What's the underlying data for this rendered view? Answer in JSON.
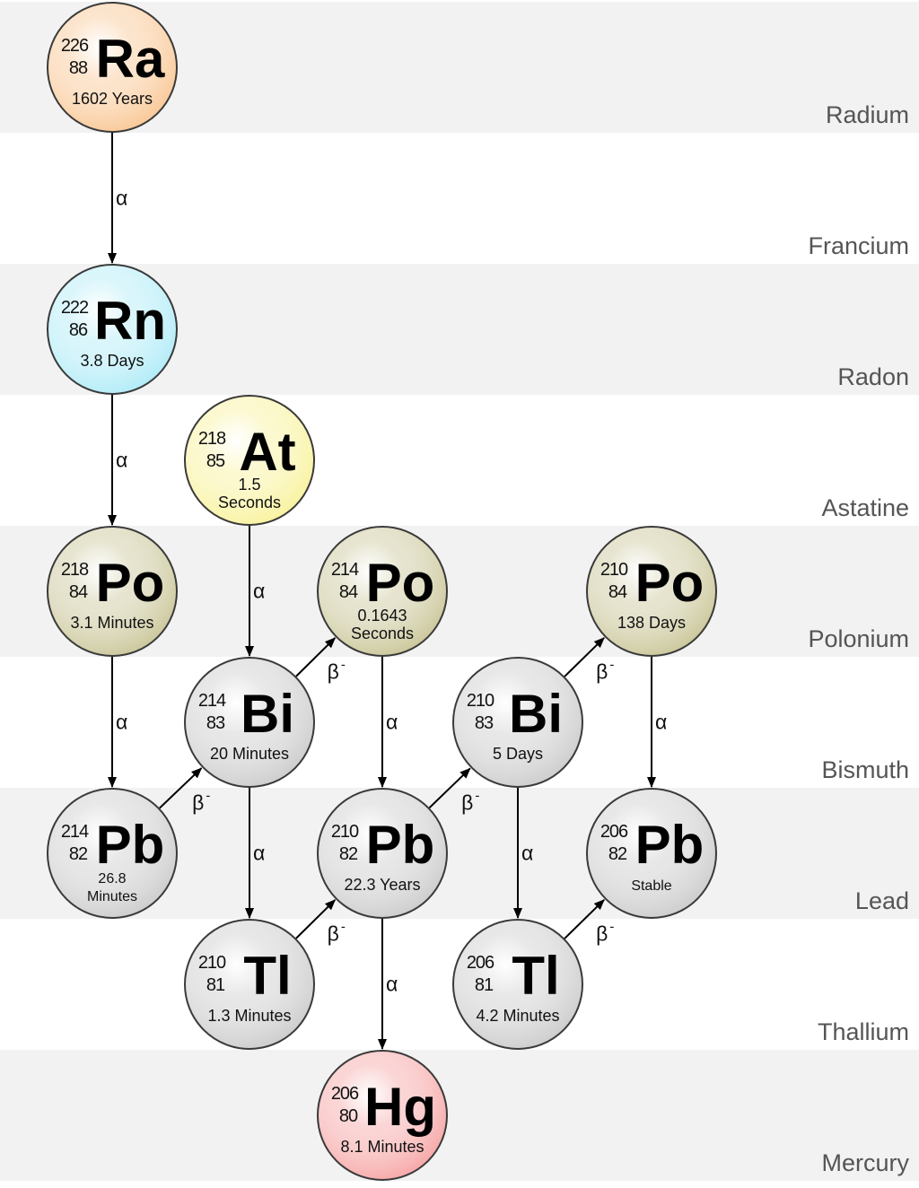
{
  "bands": [
    {
      "id": "radium",
      "label": "Radium",
      "shaded": true
    },
    {
      "id": "francium",
      "label": "Francium",
      "shaded": false
    },
    {
      "id": "radon",
      "label": "Radon",
      "shaded": true
    },
    {
      "id": "astatine",
      "label": "Astatine",
      "shaded": false
    },
    {
      "id": "polonium",
      "label": "Polonium",
      "shaded": true
    },
    {
      "id": "bismuth",
      "label": "Bismuth",
      "shaded": false
    },
    {
      "id": "lead",
      "label": "Lead",
      "shaded": true
    },
    {
      "id": "thallium",
      "label": "Thallium",
      "shaded": false
    },
    {
      "id": "mercury",
      "label": "Mercury",
      "shaded": true
    }
  ],
  "nuclides": [
    {
      "id": "ra226",
      "symbol": "Ra",
      "mass": "226",
      "atomic": "88",
      "halflife": [
        "1602 Years"
      ],
      "color": "orange"
    },
    {
      "id": "rn222",
      "symbol": "Rn",
      "mass": "222",
      "atomic": "86",
      "halflife": [
        "3.8 Days"
      ],
      "color": "cyan"
    },
    {
      "id": "at218",
      "symbol": "At",
      "mass": "218",
      "atomic": "85",
      "halflife": [
        "1.5",
        "Seconds"
      ],
      "color": "yellow"
    },
    {
      "id": "po218",
      "symbol": "Po",
      "mass": "218",
      "atomic": "84",
      "halflife": [
        "3.1 Minutes"
      ],
      "color": "olive"
    },
    {
      "id": "po214",
      "symbol": "Po",
      "mass": "214",
      "atomic": "84",
      "halflife": [
        "0.1643",
        "Seconds"
      ],
      "color": "olive"
    },
    {
      "id": "po210",
      "symbol": "Po",
      "mass": "210",
      "atomic": "84",
      "halflife": [
        "138 Days"
      ],
      "color": "olive"
    },
    {
      "id": "bi214",
      "symbol": "Bi",
      "mass": "214",
      "atomic": "83",
      "halflife": [
        "20 Minutes"
      ],
      "color": "gray"
    },
    {
      "id": "bi210",
      "symbol": "Bi",
      "mass": "210",
      "atomic": "83",
      "halflife": [
        "5 Days"
      ],
      "color": "gray"
    },
    {
      "id": "pb214",
      "symbol": "Pb",
      "mass": "214",
      "atomic": "82",
      "halflife": [
        "26.8",
        "Minutes"
      ],
      "color": "gray"
    },
    {
      "id": "pb210",
      "symbol": "Pb",
      "mass": "210",
      "atomic": "82",
      "halflife": [
        "22.3 Years"
      ],
      "color": "gray"
    },
    {
      "id": "pb206",
      "symbol": "Pb",
      "mass": "206",
      "atomic": "82",
      "halflife": [
        "Stable"
      ],
      "color": "gray"
    },
    {
      "id": "tl210",
      "symbol": "Tl",
      "mass": "210",
      "atomic": "81",
      "halflife": [
        "1.3 Minutes"
      ],
      "color": "gray"
    },
    {
      "id": "tl206",
      "symbol": "Tl",
      "mass": "206",
      "atomic": "81",
      "halflife": [
        "4.2 Minutes"
      ],
      "color": "gray"
    },
    {
      "id": "hg206",
      "symbol": "Hg",
      "mass": "206",
      "atomic": "80",
      "halflife": [
        "8.1 Minutes"
      ],
      "color": "red"
    }
  ],
  "decays": [
    {
      "from": "ra226",
      "to": "rn222",
      "type": "alpha",
      "label": "α"
    },
    {
      "from": "rn222",
      "to": "po218",
      "type": "alpha",
      "label": "α"
    },
    {
      "from": "po218",
      "to": "pb214",
      "type": "alpha",
      "label": "α"
    },
    {
      "from": "at218",
      "to": "bi214",
      "type": "alpha",
      "label": "α"
    },
    {
      "from": "po214",
      "to": "pb210",
      "type": "alpha",
      "label": "α"
    },
    {
      "from": "po210",
      "to": "pb206",
      "type": "alpha",
      "label": "α"
    },
    {
      "from": "bi214",
      "to": "tl210",
      "type": "alpha",
      "label": "α"
    },
    {
      "from": "pb210",
      "to": "hg206",
      "type": "alpha",
      "label": "α"
    },
    {
      "from": "bi210",
      "to": "tl206",
      "type": "alpha",
      "label": "α"
    },
    {
      "from": "pb214",
      "to": "bi214",
      "type": "beta",
      "label": "β",
      "sup": "-"
    },
    {
      "from": "bi214",
      "to": "po214",
      "type": "beta",
      "label": "β",
      "sup": "-"
    },
    {
      "from": "tl210",
      "to": "pb210",
      "type": "beta",
      "label": "β",
      "sup": "-"
    },
    {
      "from": "pb210",
      "to": "bi210",
      "type": "beta",
      "label": "β",
      "sup": "-"
    },
    {
      "from": "bi210",
      "to": "po210",
      "type": "beta",
      "label": "β",
      "sup": "-"
    },
    {
      "from": "tl206",
      "to": "pb206",
      "type": "beta",
      "label": "β",
      "sup": "-"
    }
  ],
  "colors": {
    "band_shade": "#f2f2f2",
    "orange": "#f9c692",
    "cyan": "#aeebf7",
    "yellow": "#f8f29a",
    "olive": "#c9c597",
    "gray": "#cbcbcb",
    "red": "#f6a3a3"
  }
}
